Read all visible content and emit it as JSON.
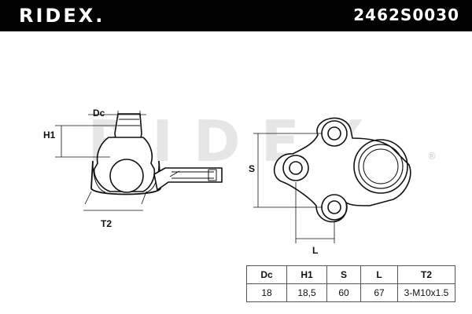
{
  "header": {
    "brand": "RIDEX.",
    "part_number": "2462S0030"
  },
  "colors": {
    "header_bg": "#000000",
    "header_text": "#ffffff",
    "line": "#111111",
    "watermark": "#e6e6e6"
  },
  "watermark": {
    "text": "RIDEX",
    "registered_mark": "®"
  },
  "drawing": {
    "labels": {
      "dc": "Dc",
      "h1": "H1",
      "t2": "T2",
      "s": "S",
      "l": "L"
    }
  },
  "spec_table": {
    "headers": [
      "Dc",
      "H1",
      "S",
      "L",
      "T2"
    ],
    "values": [
      "18",
      "18,5",
      "60",
      "67",
      "3-M10x1.5"
    ]
  }
}
